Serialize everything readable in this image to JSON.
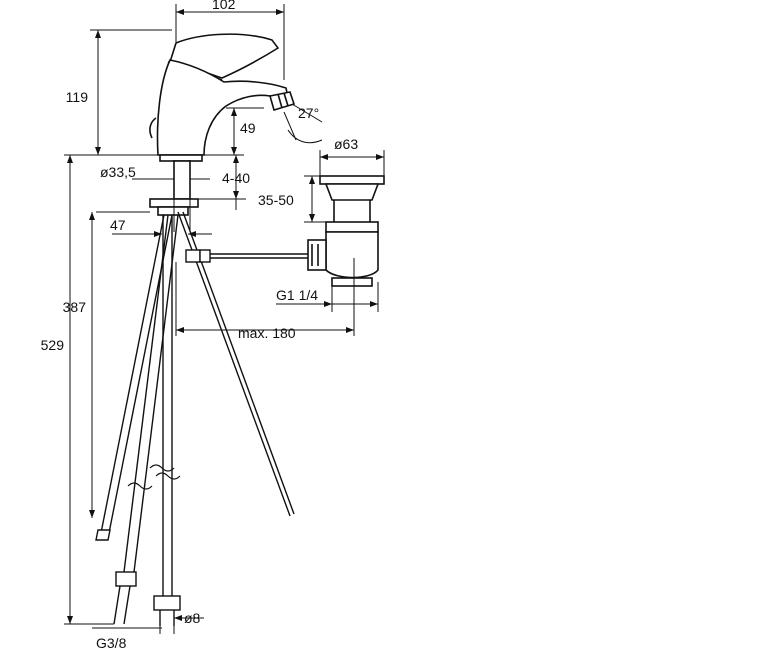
{
  "drawing": {
    "dimensions": {
      "spout_reach": "102",
      "overall_height": "119",
      "spout_height": "49",
      "spout_angle": "27°",
      "mounting_hole": "ø33,5",
      "deck_thickness": "4-40",
      "waste_diameter": "ø63",
      "waste_adjust": "35-50",
      "tap_offset": "47",
      "hose_length": "387",
      "total_length": "529",
      "waste_thread": "G1 1/4",
      "pullrod_reach": "max. 180",
      "inlet_thread": "G3/8",
      "pipe_diameter": "ø8"
    },
    "colors": {
      "line": "#111111",
      "background": "#ffffff"
    }
  }
}
